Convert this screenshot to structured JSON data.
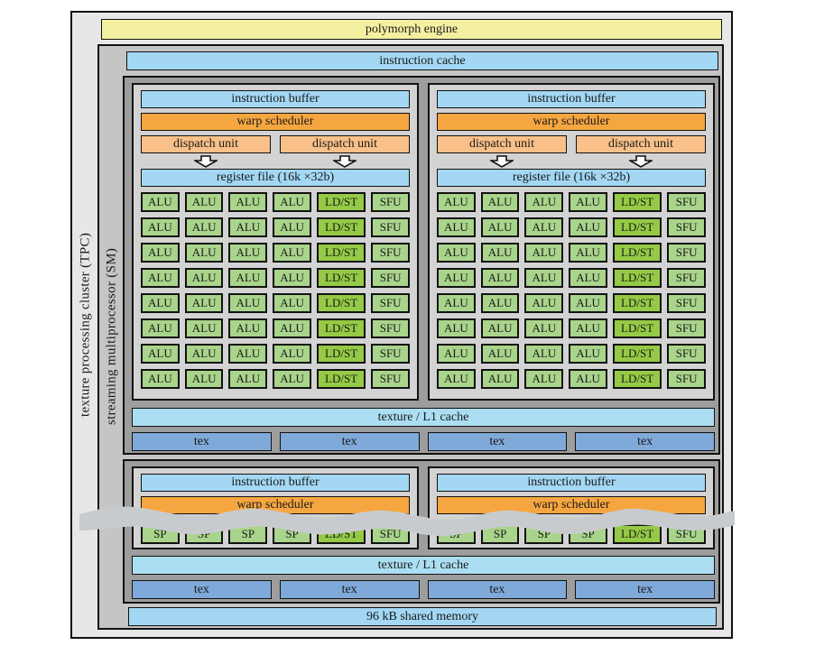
{
  "labels": {
    "tpc": "texture processing cluster (TPC)",
    "sm": "streaming multiprocessor (SM)",
    "polymorph_engine": "polymorph engine",
    "instruction_cache": "instruction cache",
    "instruction_buffer": "instruction buffer",
    "warp_scheduler": "warp scheduler",
    "dispatch_unit": "dispatch unit",
    "register_file": "register file (16k ×32b)",
    "texture_l1_cache": "texture / L1 cache",
    "tex": "tex",
    "shared_memory": "96 kB shared memory"
  },
  "exec_grid": {
    "row": [
      "ALU",
      "ALU",
      "ALU",
      "ALU",
      "LD/ST",
      "SFU"
    ],
    "rows_per_block": 8,
    "partial_row": [
      "SP",
      "SP",
      "SP",
      "SP",
      "LD/ST",
      "SFU"
    ]
  },
  "colors": {
    "polymorph_yellow": "#f4f0a1",
    "blue_bar": "#a3d7f3",
    "texture_l1_bar": "#abdef2",
    "tex_box_blue": "#7fa9d9",
    "warp_orange": "#f6a640",
    "dispatch_orange": "#f9c189",
    "unit_green": "#a9d48b",
    "ldst_green": "#94ca45",
    "tpc_gray": "#e7e7e7",
    "sm_gray": "#c5c5c5",
    "partition_gray": "#9d9d9d",
    "block_gray": "#d3d3d3"
  }
}
